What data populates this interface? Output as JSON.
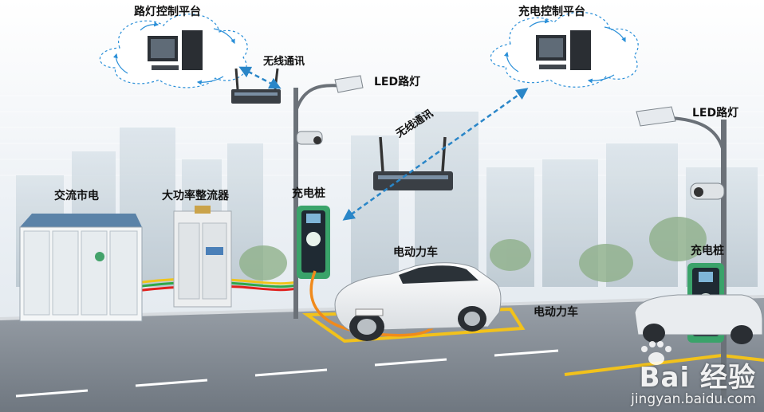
{
  "labels": {
    "streetlight_platform": "路灯控制平台",
    "charging_platform": "充电控制平台",
    "wireless_top": "无线通讯",
    "wireless_mid": "无线通讯",
    "led_streetlight_1": "LED路灯",
    "led_streetlight_2": "LED路灯",
    "ac_mains": "交流市电",
    "rectifier": "大功率整流器",
    "charging_pile_1": "充电桩",
    "charging_pile_2": "充电桩",
    "ev_1": "电动力车",
    "ev_2": "电动力车"
  },
  "watermark": {
    "brand": "Bai 经验",
    "site": "jingyan.baidu.com"
  },
  "colors": {
    "cloud_arrow": "#2a8fd8",
    "wireless_link": "#2a86c8",
    "charging_cable": "#f08a1c",
    "parking_line": "#f2c21b",
    "pile_green": "#3aa36a",
    "road": "#7d8590",
    "sky": "#eef2f6"
  }
}
